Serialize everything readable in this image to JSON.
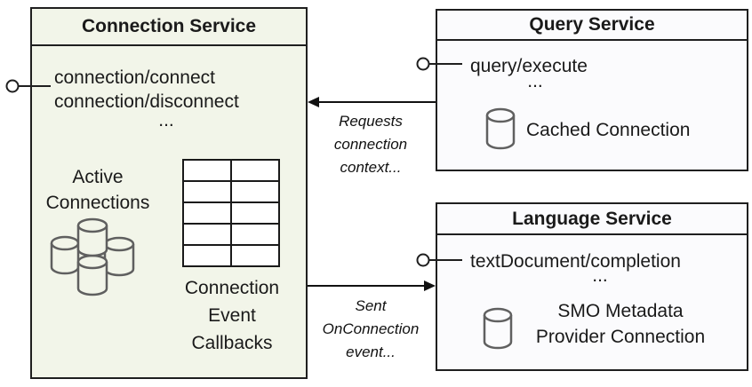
{
  "diagram": {
    "connection_service": {
      "title": "Connection Service",
      "methods": [
        "connection/connect",
        "connection/disconnect"
      ],
      "ellipsis": "...",
      "active_connections_label": [
        "Active",
        "Connections"
      ],
      "callbacks_label": [
        "Connection",
        "Event",
        "Callbacks"
      ],
      "callbacks_table": {
        "rows": 5,
        "columns": 2
      }
    },
    "query_service": {
      "title": "Query Service",
      "method": "query/execute",
      "ellipsis": "...",
      "cached_connection_label": "Cached Connection"
    },
    "language_service": {
      "title": "Language Service",
      "method": "textDocument/completion",
      "ellipsis": "...",
      "smo_label": [
        "SMO Metadata",
        "Provider Connection"
      ]
    },
    "arrows": {
      "requests_label": [
        "Requests",
        "connection",
        "context..."
      ],
      "sent_label": [
        "Sent",
        "OnConnection",
        "event..."
      ]
    },
    "colors": {
      "connection_box_fill": "#f2f5e9",
      "service_box_fill": "#fbfbfd",
      "border": "#1f1f1f",
      "cylinder_stroke": "#606060",
      "text": "#1a1a1a"
    }
  }
}
